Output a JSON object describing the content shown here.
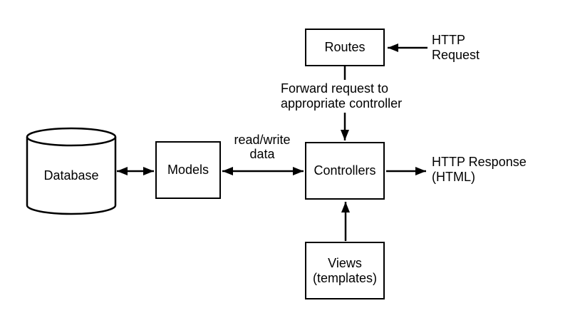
{
  "diagram": {
    "type": "mvc-architecture-flowchart",
    "colors": {
      "stroke": "#000000",
      "background": "#ffffff",
      "text": "#000000"
    },
    "nodes": {
      "database": {
        "label": "Database",
        "shape": "cylinder"
      },
      "models": {
        "label": "Models",
        "shape": "rectangle"
      },
      "controllers": {
        "label": "Controllers",
        "shape": "rectangle"
      },
      "routes": {
        "label": "Routes",
        "shape": "rectangle"
      },
      "views": {
        "label": "Views\n(templates)",
        "shape": "rectangle"
      }
    },
    "edges": [
      {
        "from": "http-request",
        "to": "routes",
        "label": "HTTP\nRequest",
        "direction": "one-way"
      },
      {
        "from": "routes",
        "to": "controllers",
        "label": "Forward request to\nappropriate controller",
        "direction": "one-way"
      },
      {
        "from": "database",
        "to": "models",
        "label": "",
        "direction": "two-way"
      },
      {
        "from": "models",
        "to": "controllers",
        "label": "read/write\ndata",
        "direction": "two-way"
      },
      {
        "from": "controllers",
        "to": "http-response",
        "label": "HTTP Response\n(HTML)",
        "direction": "one-way"
      },
      {
        "from": "views",
        "to": "controllers",
        "label": "",
        "direction": "one-way"
      }
    ],
    "edge_labels": {
      "http_request": "HTTP\nRequest",
      "forward_request": "Forward request to\nappropriate controller",
      "read_write": "read/write\ndata",
      "http_response": "HTTP Response\n(HTML)"
    }
  }
}
